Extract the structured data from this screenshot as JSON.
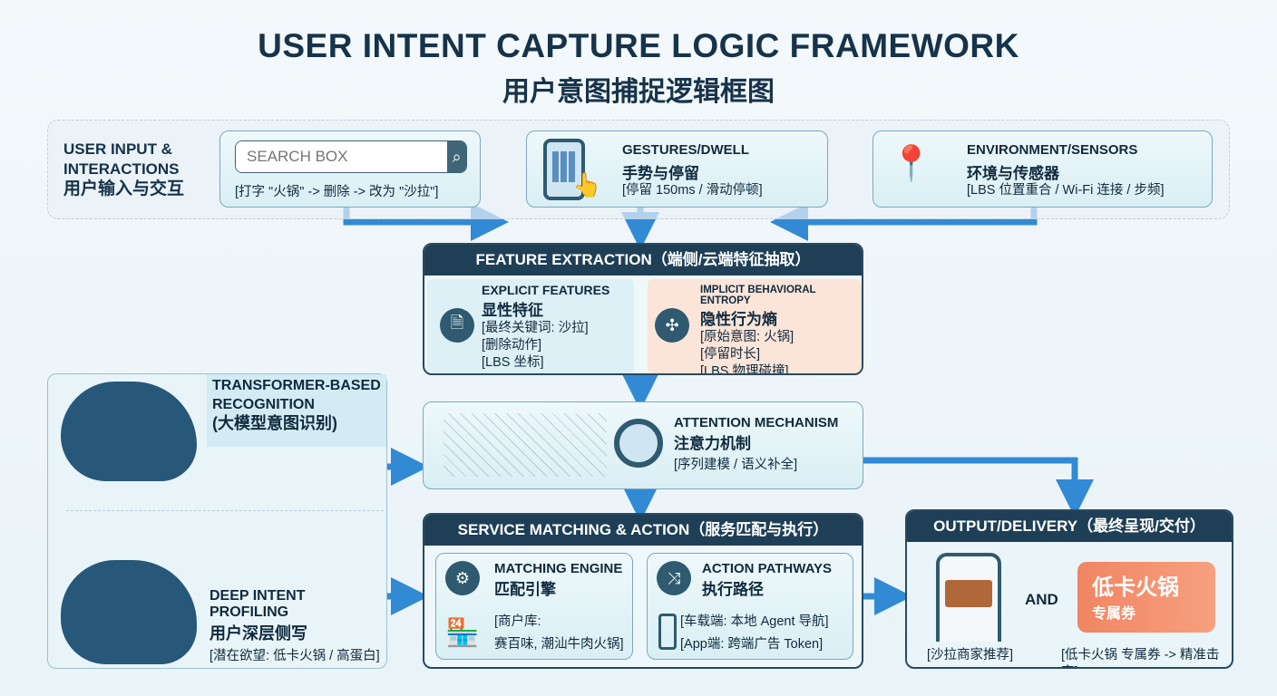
{
  "title": "USER INTENT CAPTURE LOGIC FRAMEWORK",
  "subtitle": "用户意图捕捉逻辑框图",
  "input": {
    "label_en1": "USER INPUT &",
    "label_en2": "INTERACTIONS",
    "label_cn": "用户输入与交互",
    "search": {
      "placeholder": "SEARCH BOX",
      "caption": "[打字 \"火锅\" -> 删除 -> 改为 \"沙拉\"]"
    },
    "gestures": {
      "title": "GESTURES/DWELL",
      "title_cn": "手势与停留",
      "caption": "[停留 150ms / 滑动停顿]"
    },
    "env": {
      "title": "ENVIRONMENT/SENSORS",
      "title_cn": "环境与传感器",
      "caption": "[LBS 位置重合 / Wi-Fi 连接 / 步频]"
    }
  },
  "feature": {
    "header": "FEATURE EXTRACTION（端侧/云端特征抽取）",
    "explicit": {
      "title": "EXPLICIT FEATURES",
      "title_cn": "显性特征",
      "items": [
        "[最终关键词: 沙拉]",
        "[删除动作]",
        "[LBS 坐标]"
      ]
    },
    "implicit": {
      "title": "IMPLICIT BEHAVIORAL ENTROPY",
      "title_cn": "隐性行为熵",
      "items": [
        "[原始意图: 火锅]",
        "[停留时长]",
        "[LBS 物理碰撞]"
      ]
    }
  },
  "transformer": {
    "title1": "TRANSFORMER-BASED",
    "title2": "RECOGNITION",
    "title_cn": "(大模型意图识别)"
  },
  "profiling": {
    "title": "DEEP INTENT PROFILING",
    "title_cn": "用户深层侧写",
    "caption": "[潜在欲望: 低卡火锅 / 高蛋白]"
  },
  "attention": {
    "title": "ATTENTION MECHANISM",
    "title_cn": "注意力机制",
    "caption": "[序列建模 / 语义补全]"
  },
  "service": {
    "header": "SERVICE MATCHING & ACTION（服务匹配与执行）",
    "engine": {
      "title": "MATCHING ENGINE",
      "title_cn": "匹配引擎",
      "items": [
        "[商户库:",
        "赛百味, 潮汕牛肉火锅]"
      ]
    },
    "pathways": {
      "title": "ACTION PATHWAYS",
      "title_cn": "执行路径",
      "items": [
        "[车载端: 本地 Agent 导航]",
        "[App端: 跨端广告 Token]"
      ]
    }
  },
  "output": {
    "header": "OUTPUT/DELIVERY（最终呈现/交付）",
    "and": "AND",
    "coupon_title": "低卡火锅",
    "coupon_sub": "专属券",
    "caption_left": "[沙拉商家推荐]",
    "caption_right": "[低卡火锅 专属券 -> 精准击穿]"
  },
  "colors": {
    "navy": "#1f3f56",
    "arrow": "#1e7fd0",
    "peach": "#fbe4d8",
    "coupon": "#f28a68"
  }
}
